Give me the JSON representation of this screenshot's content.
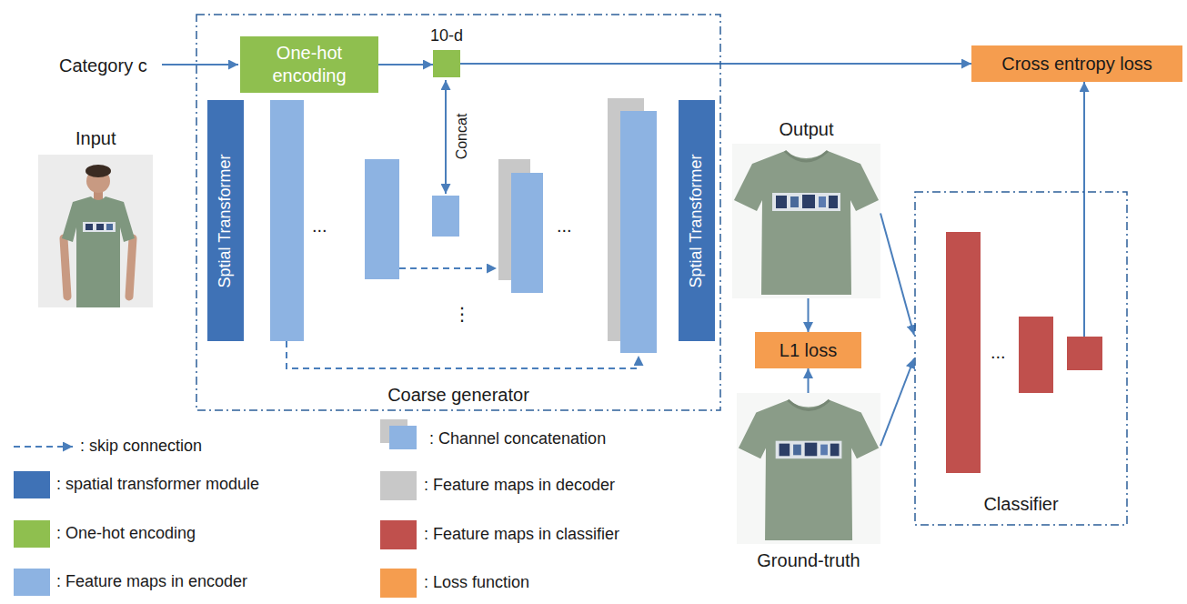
{
  "diagram": {
    "nodes": [
      {
        "text": [
          "Coarse generator"
        ]
      },
      {
        "text": [
          "One-hot encoding"
        ],
        "in": 0
      },
      {
        "text": [
          "10-d"
        ],
        "in": 0
      },
      {
        "text": [
          "Sptial Transformer"
        ],
        "in": 0
      },
      {
        "text": [
          "Sptial Transformer"
        ],
        "in": 0
      },
      {
        "text": [
          "Cross entropy loss"
        ]
      },
      {
        "text": [
          "Output"
        ]
      },
      {
        "text": [
          "L1 loss"
        ]
      },
      {
        "text": [
          "Ground-truth"
        ]
      },
      {
        "text": [
          "Classifier"
        ]
      }
    ],
    "edges": [
      {
        "from": 1,
        "to": 2,
        "arrow": "to"
      },
      {
        "from": 2,
        "to": 5,
        "arrow": "to"
      },
      {
        "from": 6,
        "to": 7,
        "arrow": "to"
      },
      {
        "from": 8,
        "to": 7,
        "arrow": "to"
      },
      {
        "from": 6,
        "to": 9,
        "arrow": "to"
      },
      {
        "from": 8,
        "to": 9,
        "arrow": "to"
      },
      {
        "from": 9,
        "to": 5,
        "arrow": "to"
      }
    ],
    "labels": [
      "Category c",
      "Input",
      "Concat",
      "...",
      "...",
      "⋮",
      "..."
    ],
    "legend": [
      {
        "text": ": skip connection"
      },
      {
        "text": ": spatial transformer module",
        "color": "#3f72b6"
      },
      {
        "text": ": One-hot encoding",
        "color": "#8fbf4f"
      },
      {
        "text": ": Feature maps in encoder",
        "color": "#8db3e2"
      },
      {
        "text": ": Channel concatenation"
      },
      {
        "text": ": Feature maps in decoder",
        "color": "#c8c8c8"
      },
      {
        "text": ": Feature maps in classifier",
        "color": "#c0504d"
      },
      {
        "text": ": Loss function",
        "color": "#f59d4f"
      }
    ]
  }
}
